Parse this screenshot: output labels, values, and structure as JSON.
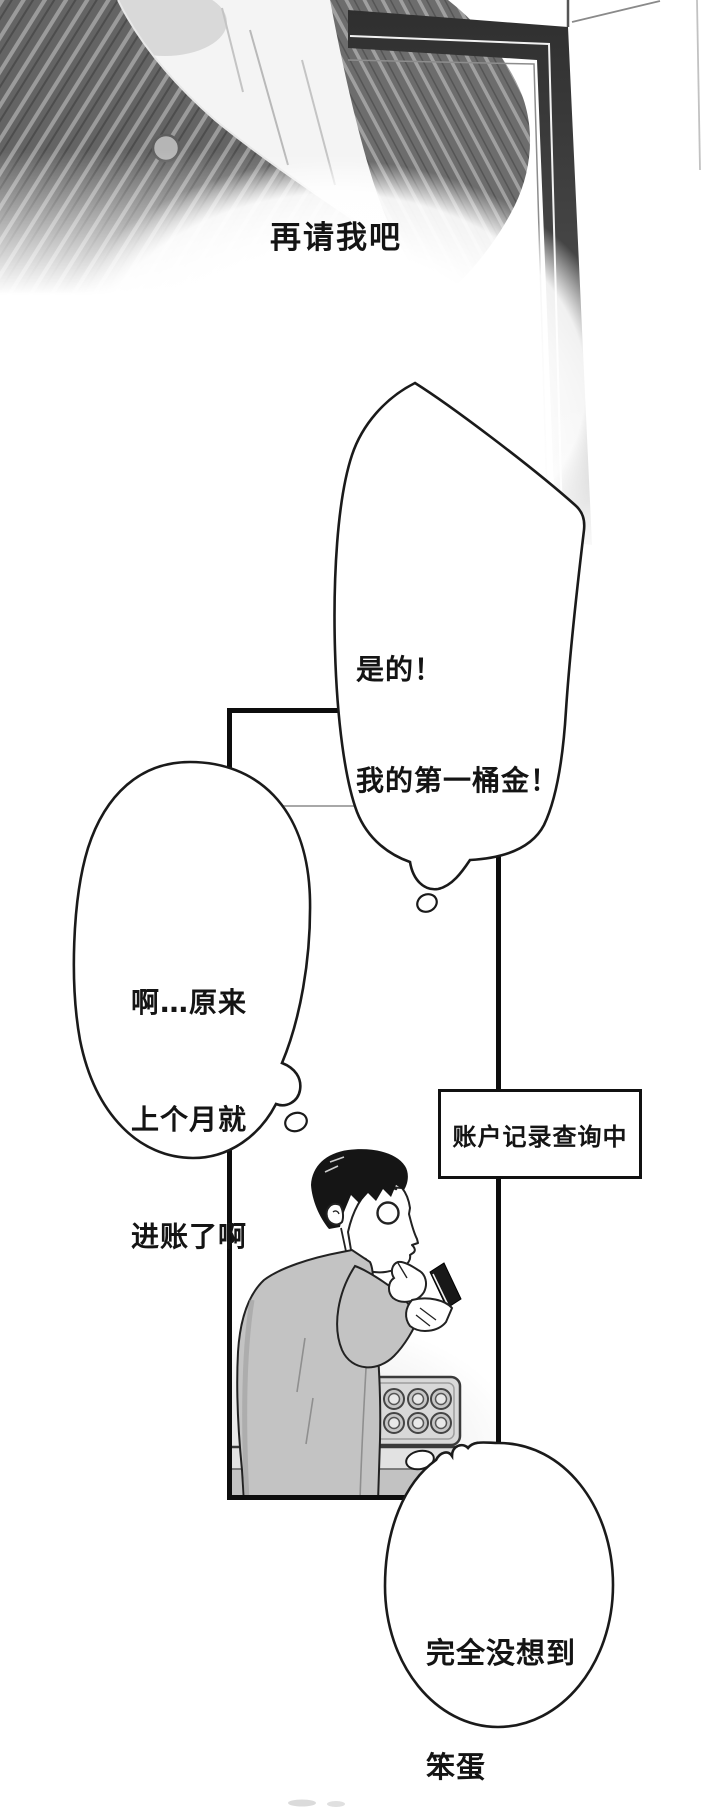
{
  "narration": {
    "text": "再请我吧"
  },
  "speech_bubble_1": {
    "line1": "是的！",
    "line2": "我的第一桶金！"
  },
  "thought_bubble": {
    "line1": "啊…原来",
    "line2": "上个月就",
    "line3": "进账了啊"
  },
  "status_caption": {
    "text": "账户记录查询中"
  },
  "speech_bubble_2": {
    "line1": "完全没想到",
    "line2": "笨蛋"
  },
  "colors": {
    "ink": "#1a1a1a",
    "panel_border": "#0d0d0d",
    "jacket_gray": "#636363",
    "jacket_stripe": "#9b9b9b",
    "door_frame_dark": "#3a3a3a",
    "hair_black": "#151515",
    "coat_gray": "#c3c3c3",
    "machine_gray": "#d8d8d8",
    "counter_gray": "#c2c2c2",
    "page_bg": "#ffffff"
  }
}
